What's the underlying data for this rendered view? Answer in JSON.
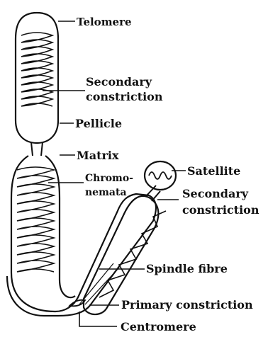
{
  "diagram": {
    "labels": {
      "telomere": "Telomere",
      "secondary_constriction_1_line1": "Secondary",
      "secondary_constriction_1_line2": "constriction",
      "pellicle": "Pellicle",
      "matrix": "Matrix",
      "chromonemata_line1": "Chromo-",
      "chromonemata_line2": "nemata",
      "satellite": "Satellite",
      "secondary_constriction_2_line1": "Secondary",
      "secondary_constriction_2_line2": "constriction",
      "spindle_fibre": "Spindle fibre",
      "primary_constriction": "Primary constriction",
      "centromere": "Centromere"
    }
  }
}
